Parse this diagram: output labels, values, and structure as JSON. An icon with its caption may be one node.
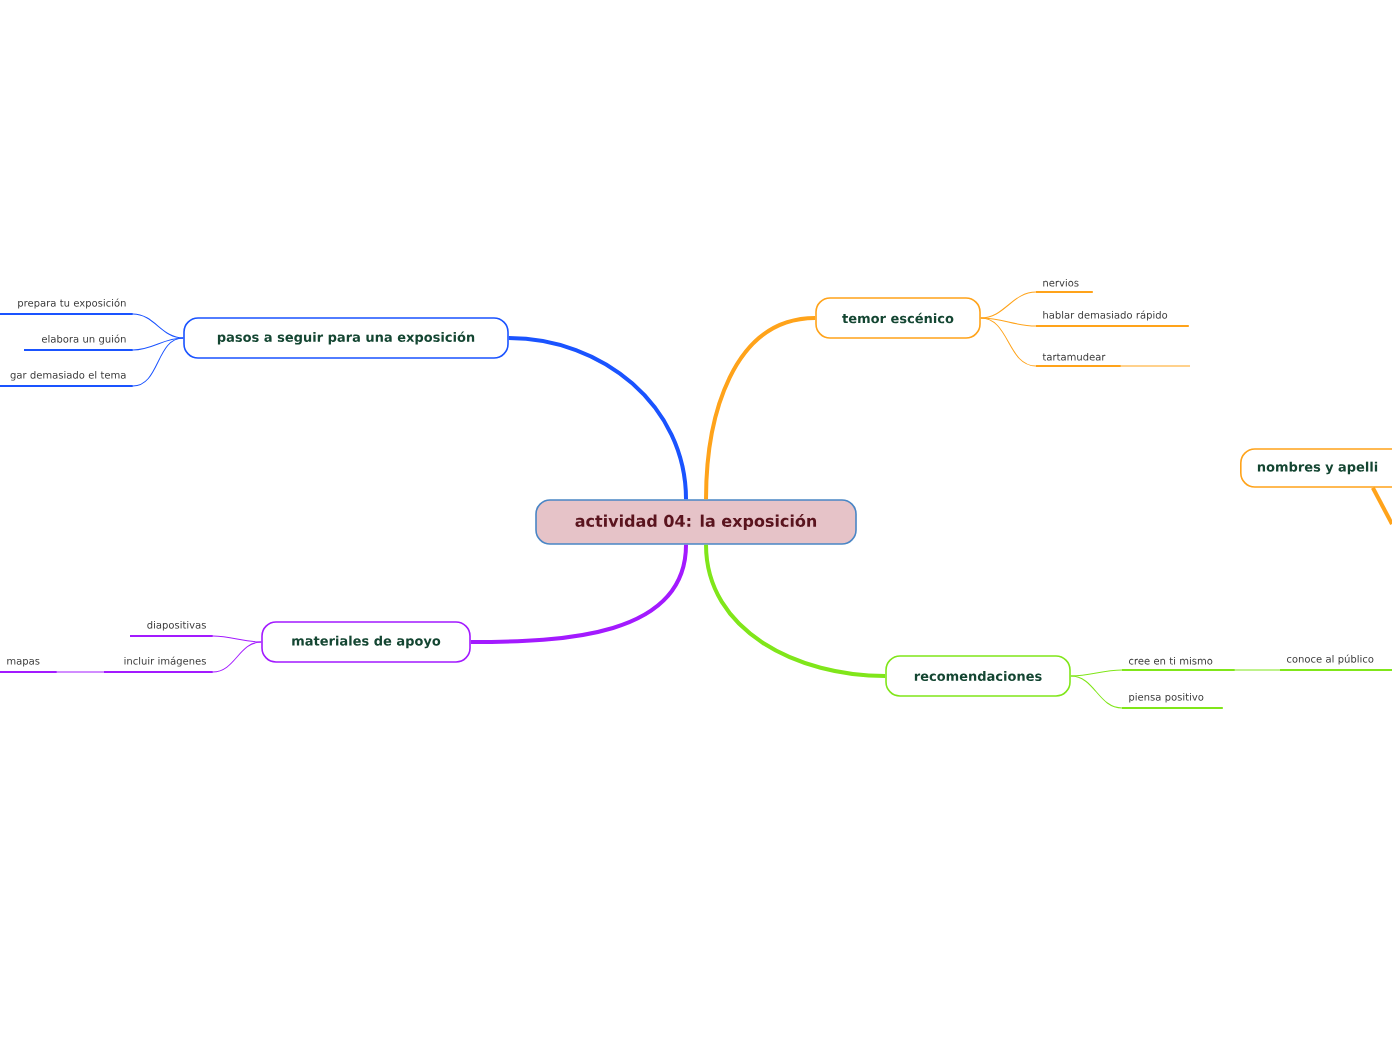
{
  "diagram": {
    "nodes": [
      {
        "text": [
          "actividad 04: la exposición"
        ]
      },
      {
        "text": [
          "pasos a seguir para una exposición"
        ]
      },
      {
        "text": [
          "prepara tu exposición"
        ]
      },
      {
        "text": [
          "elabora un guión"
        ]
      },
      {
        "text": [
          "gar demasiado el tema"
        ]
      },
      {
        "text": [
          "temor escénico"
        ]
      },
      {
        "text": [
          "nervios"
        ]
      },
      {
        "text": [
          "hablar demasiado rápido"
        ]
      },
      {
        "text": [
          "tartamudear"
        ]
      },
      {
        "text": [
          "nombres y apelli"
        ]
      },
      {
        "text": [
          "materiales de apoyo"
        ]
      },
      {
        "text": [
          "diapositivas"
        ]
      },
      {
        "text": [
          "incluir imágenes"
        ]
      },
      {
        "text": [
          "mapas"
        ]
      },
      {
        "text": [
          "recomendaciones"
        ]
      },
      {
        "text": [
          "cree en ti mismo"
        ]
      },
      {
        "text": [
          "piensa positivo"
        ]
      },
      {
        "text": [
          "conoce al público"
        ]
      }
    ],
    "edges": [
      {
        "from": 0,
        "to": 1,
        "arrow": "none",
        "style": "thick",
        "color": "#1a53ff"
      },
      {
        "from": 1,
        "to": 2,
        "arrow": "none",
        "color": "#1a53ff"
      },
      {
        "from": 1,
        "to": 3,
        "arrow": "none",
        "color": "#1a53ff"
      },
      {
        "from": 1,
        "to": 4,
        "arrow": "none",
        "color": "#1a53ff"
      },
      {
        "from": 0,
        "to": 5,
        "arrow": "none",
        "style": "thick",
        "color": "#ffa31a"
      },
      {
        "from": 5,
        "to": 6,
        "arrow": "none",
        "color": "#ffa31a"
      },
      {
        "from": 5,
        "to": 7,
        "arrow": "none",
        "color": "#ffa31a"
      },
      {
        "from": 5,
        "to": 8,
        "arrow": "none",
        "color": "#ffa31a"
      },
      {
        "from": 8,
        "to": null,
        "arrow": "none",
        "color": "#ffa31a"
      },
      {
        "from": 9,
        "to": null,
        "arrow": "none",
        "style": "thick",
        "color": "#ffa31a"
      },
      {
        "from": 0,
        "to": 10,
        "arrow": "none",
        "style": "thick",
        "color": "#a31aff"
      },
      {
        "from": 10,
        "to": 11,
        "arrow": "none",
        "color": "#a31aff"
      },
      {
        "from": 10,
        "to": 12,
        "arrow": "none",
        "color": "#a31aff"
      },
      {
        "from": 12,
        "to": 13,
        "arrow": "none",
        "color": "#a31aff"
      },
      {
        "from": 0,
        "to": 14,
        "arrow": "none",
        "style": "thick",
        "color": "#80e61a"
      },
      {
        "from": 14,
        "to": 15,
        "arrow": "none",
        "color": "#80e61a"
      },
      {
        "from": 14,
        "to": 16,
        "arrow": "none",
        "color": "#80e61a"
      },
      {
        "from": 15,
        "to": 17,
        "arrow": "none",
        "color": "#80e61a"
      }
    ]
  }
}
